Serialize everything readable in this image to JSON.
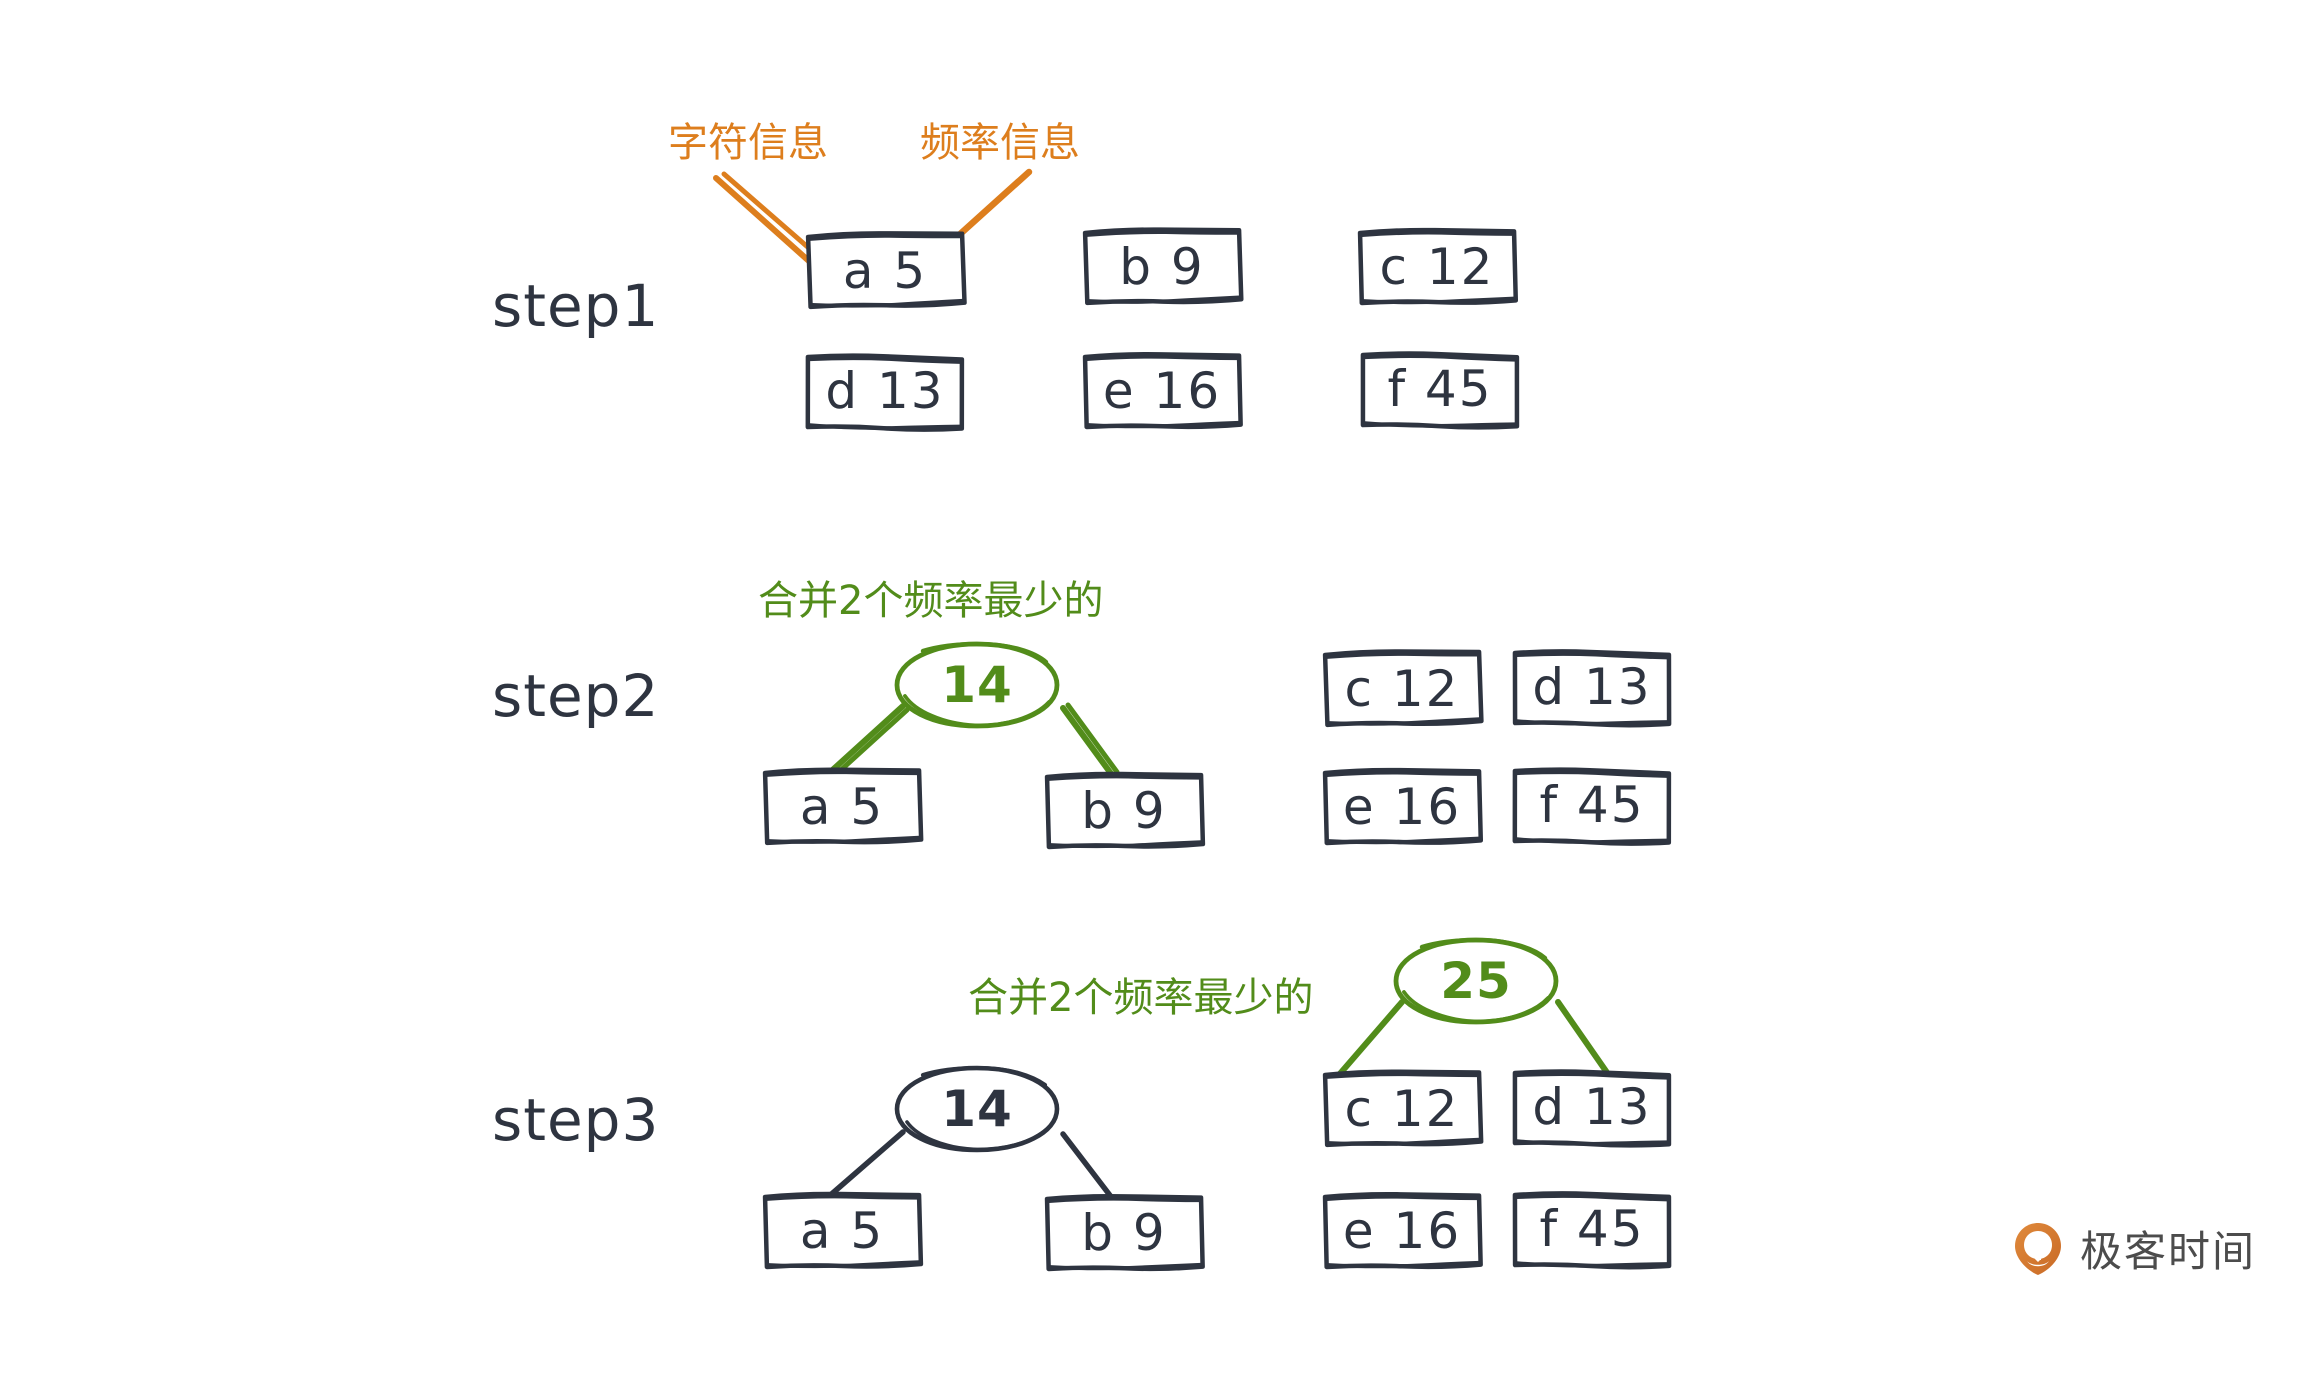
{
  "colors": {
    "ink": "#2e3440",
    "orange": "#dd7e1d",
    "green": "#528c1a",
    "background": "#ffffff",
    "logo_text": "#4c4c4c"
  },
  "annotations": {
    "char_info": "字符信息",
    "freq_info": "频率信息",
    "merge_two_lowest_step2": "合并2个频率最少的",
    "merge_two_lowest_step3": "合并2个频率最少的"
  },
  "steps": [
    {
      "label": "step1",
      "nodes": [
        {
          "char": "a",
          "freq": "5",
          "text": "a  5"
        },
        {
          "char": "b",
          "freq": "9",
          "text": "b  9"
        },
        {
          "char": "c",
          "freq": "12",
          "text": "c  12"
        },
        {
          "char": "d",
          "freq": "13",
          "text": "d  13"
        },
        {
          "char": "e",
          "freq": "16",
          "text": "e  16"
        },
        {
          "char": "f",
          "freq": "45",
          "text": "f  45"
        }
      ]
    },
    {
      "label": "step2",
      "merged_value": "14",
      "merged_children": [
        "a  5",
        "b  9"
      ],
      "nodes": [
        {
          "char": "a",
          "freq": "5",
          "text": "a  5"
        },
        {
          "char": "b",
          "freq": "9",
          "text": "b  9"
        },
        {
          "char": "c",
          "freq": "12",
          "text": "c  12"
        },
        {
          "char": "d",
          "freq": "13",
          "text": "d  13"
        },
        {
          "char": "e",
          "freq": "16",
          "text": "e  16"
        },
        {
          "char": "f",
          "freq": "45",
          "text": "f  45"
        }
      ]
    },
    {
      "label": "step3",
      "merged_value_left": "14",
      "merged_value_right": "25",
      "merged_children_left": [
        "a  5",
        "b  9"
      ],
      "merged_children_right": [
        "c  12",
        "d  13"
      ],
      "nodes": [
        {
          "char": "a",
          "freq": "5",
          "text": "a  5"
        },
        {
          "char": "b",
          "freq": "9",
          "text": "b  9"
        },
        {
          "char": "c",
          "freq": "12",
          "text": "c  12"
        },
        {
          "char": "d",
          "freq": "13",
          "text": "d  13"
        },
        {
          "char": "e",
          "freq": "16",
          "text": "e  16"
        },
        {
          "char": "f",
          "freq": "45",
          "text": "f  45"
        }
      ]
    }
  ],
  "logo": {
    "text": "极客时间",
    "icon": "location-pin-icon"
  }
}
